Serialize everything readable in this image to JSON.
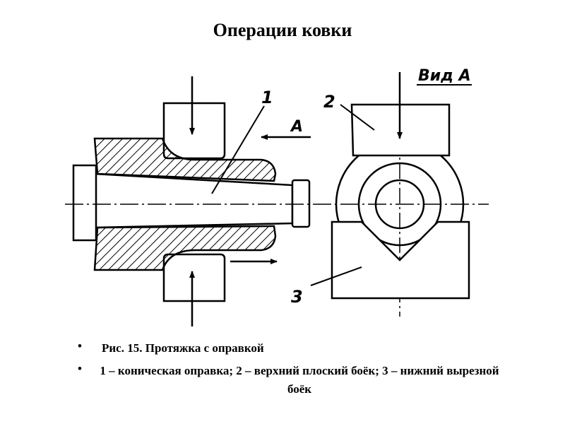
{
  "title": "Операции ковки",
  "labels": {
    "part_1": "1",
    "part_2": "2",
    "part_3": "3",
    "arrow_a": "А",
    "view_a": "Вид А"
  },
  "caption": {
    "figure": "Рис. 15.  Протяжка с оправкой",
    "legend": "1 – коническая оправка; 2 – верхний плоский боёк; 3 – нижний вырезной боёк"
  }
}
